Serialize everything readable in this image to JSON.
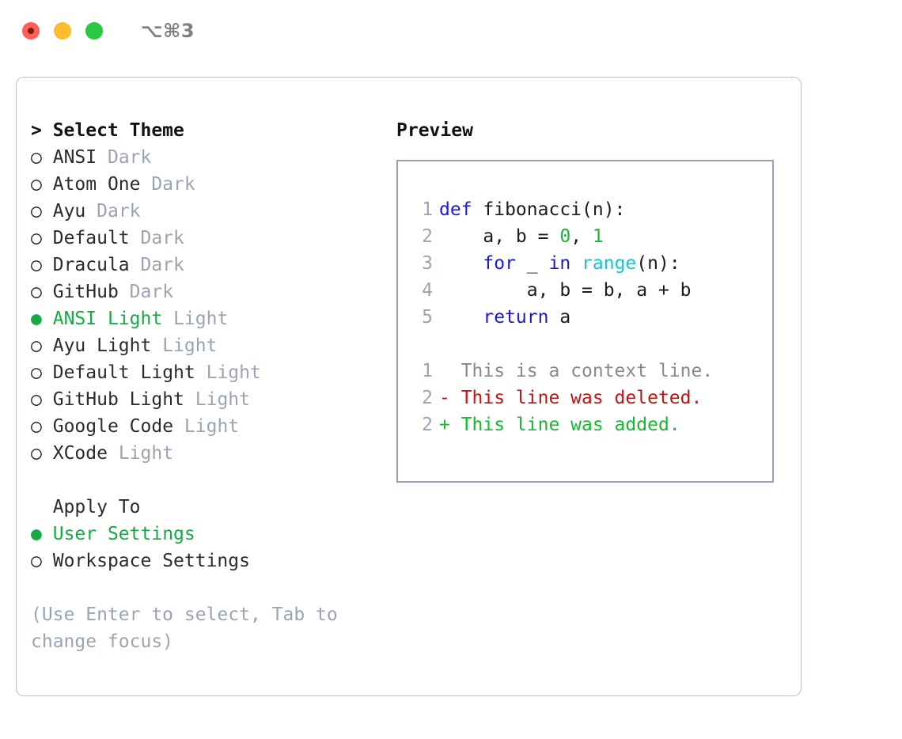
{
  "titlebar": {
    "shortcut": "⌥⌘3",
    "buttons": [
      "close",
      "minimize",
      "maximize"
    ]
  },
  "colors": {
    "selected_green": "#16ab42",
    "muted_gray": "#9aa4b2",
    "keyword_blue": "#1a1ad4",
    "function_cyan": "#15c5cf",
    "number_green": "#13bb2e",
    "diff_add_green": "#13bb2e",
    "diff_del_red": "#c31313",
    "panel_border": "#b9c0cc",
    "preview_border": "#97a1b0"
  },
  "theme_list": {
    "heading": "> Select Theme",
    "items": [
      {
        "marker": "○",
        "name": "ANSI",
        "category": "Dark",
        "selected": false
      },
      {
        "marker": "○",
        "name": "Atom One",
        "category": "Dark",
        "selected": false
      },
      {
        "marker": "○",
        "name": "Ayu",
        "category": "Dark",
        "selected": false
      },
      {
        "marker": "○",
        "name": "Default",
        "category": "Dark",
        "selected": false
      },
      {
        "marker": "○",
        "name": "Dracula",
        "category": "Dark",
        "selected": false
      },
      {
        "marker": "○",
        "name": "GitHub",
        "category": "Dark",
        "selected": false
      },
      {
        "marker": "●",
        "name": "ANSI Light",
        "category": "Light",
        "selected": true
      },
      {
        "marker": "○",
        "name": "Ayu Light",
        "category": "Light",
        "selected": false
      },
      {
        "marker": "○",
        "name": "Default Light",
        "category": "Light",
        "selected": false
      },
      {
        "marker": "○",
        "name": "GitHub Light",
        "category": "Light",
        "selected": false
      },
      {
        "marker": "○",
        "name": "Google Code",
        "category": "Light",
        "selected": false
      },
      {
        "marker": "○",
        "name": "XCode",
        "category": "Light",
        "selected": false
      }
    ]
  },
  "apply_to": {
    "heading": "Apply To",
    "items": [
      {
        "marker": "●",
        "label": "User Settings",
        "selected": true
      },
      {
        "marker": "○",
        "label": "Workspace Settings",
        "selected": false
      }
    ]
  },
  "hint": {
    "line1": "(Use Enter to select, Tab to",
    "line2": "change focus)"
  },
  "preview": {
    "title": "Preview",
    "code_lines": [
      {
        "number": "1",
        "tokens": [
          {
            "text": "def ",
            "type": "kw"
          },
          {
            "text": "fibonacci(n):",
            "type": "plain"
          }
        ]
      },
      {
        "number": "2",
        "tokens": [
          {
            "text": "    a, b = ",
            "type": "plain"
          },
          {
            "text": "0",
            "type": "num"
          },
          {
            "text": ", ",
            "type": "plain"
          },
          {
            "text": "1",
            "type": "num"
          }
        ]
      },
      {
        "number": "3",
        "tokens": [
          {
            "text": "    ",
            "type": "plain"
          },
          {
            "text": "for",
            "type": "kw"
          },
          {
            "text": " _ ",
            "type": "plain"
          },
          {
            "text": "in",
            "type": "kw"
          },
          {
            "text": " ",
            "type": "plain"
          },
          {
            "text": "range",
            "type": "fn"
          },
          {
            "text": "(n):",
            "type": "plain"
          }
        ]
      },
      {
        "number": "4",
        "tokens": [
          {
            "text": "        a, b = b, a + b",
            "type": "plain"
          }
        ]
      },
      {
        "number": "5",
        "tokens": [
          {
            "text": "    ",
            "type": "plain"
          },
          {
            "text": "return",
            "type": "kw"
          },
          {
            "text": " a",
            "type": "plain"
          }
        ]
      }
    ],
    "diff_lines": [
      {
        "number": "1",
        "text": "  This is a context line.",
        "type": "ctx"
      },
      {
        "number": "2",
        "text": "- This line was deleted.",
        "type": "del"
      },
      {
        "number": "2",
        "text": "+ This line was added.",
        "type": "add"
      }
    ]
  }
}
